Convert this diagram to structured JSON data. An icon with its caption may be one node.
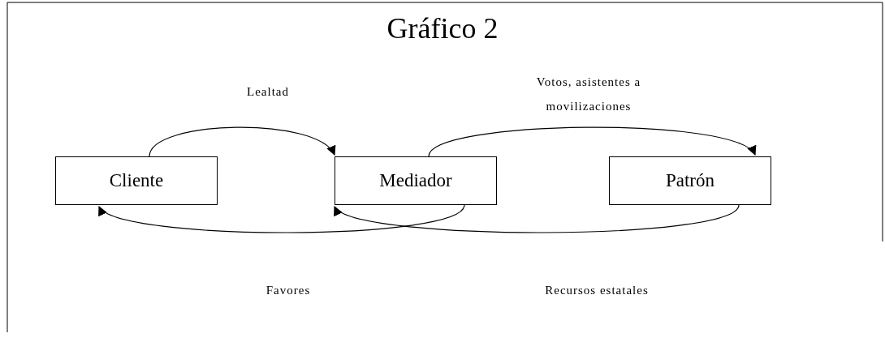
{
  "diagram": {
    "title": "Gráfico 2",
    "nodes": [
      {
        "text": [
          "Cliente"
        ]
      },
      {
        "text": [
          "Mediador"
        ]
      },
      {
        "text": [
          "Patrón"
        ]
      }
    ],
    "edges": [
      {
        "from": 0,
        "to": 1,
        "arrow": "to",
        "label": "Lealtad"
      },
      {
        "from": 1,
        "to": 2,
        "arrow": "to",
        "label": "Votos, asistentes a movilizaciones"
      },
      {
        "from": 1,
        "to": 0,
        "arrow": "to",
        "label": "Favores"
      },
      {
        "from": 2,
        "to": 1,
        "arrow": "to",
        "label": "Recursos estatales"
      }
    ]
  }
}
